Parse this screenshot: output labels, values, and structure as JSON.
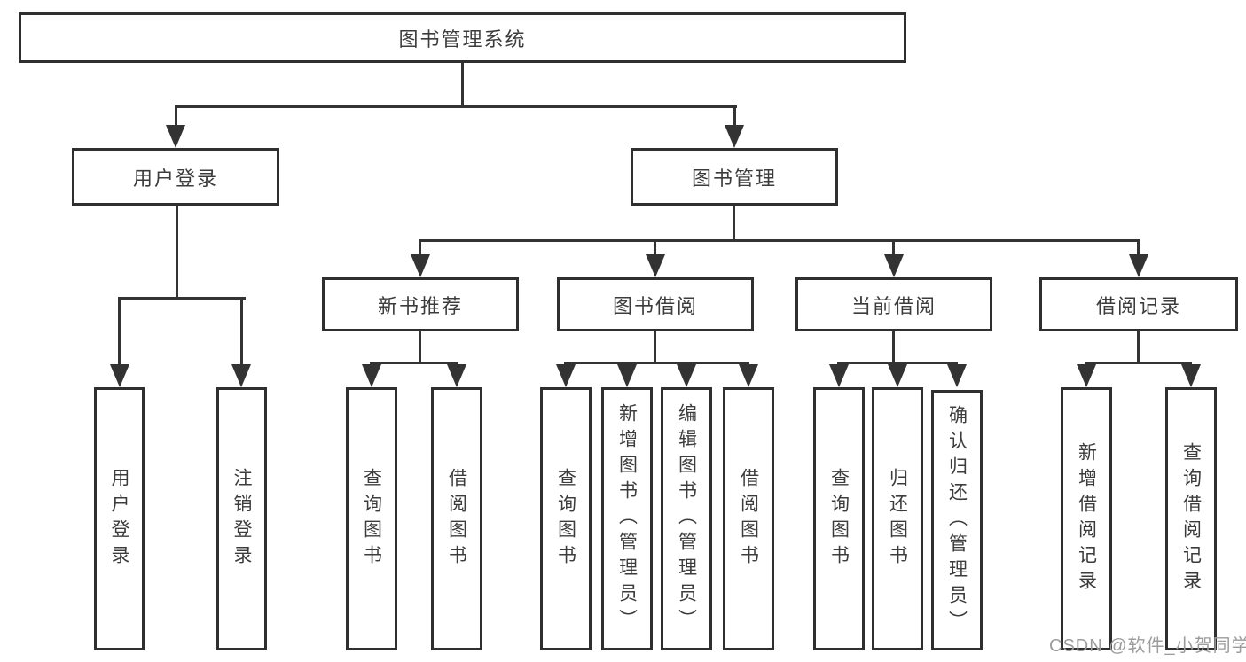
{
  "tree": {
    "root": {
      "label": "图书管理系统"
    },
    "branches": [
      {
        "label": "用户登录",
        "children": [
          {
            "label": "用户登录"
          },
          {
            "label": "注销登录"
          }
        ]
      },
      {
        "label": "图书管理",
        "groups": [
          {
            "label": "新书推荐",
            "children": [
              {
                "label": "查询图书"
              },
              {
                "label": "借阅图书"
              }
            ]
          },
          {
            "label": "图书借阅",
            "children": [
              {
                "label": "查询图书"
              },
              {
                "label": "新增图书（管理员）"
              },
              {
                "label": "编辑图书（管理员）"
              },
              {
                "label": "借阅图书"
              }
            ]
          },
          {
            "label": "当前借阅",
            "children": [
              {
                "label": "查询图书"
              },
              {
                "label": "归还图书"
              },
              {
                "label": "确认归还（管理员）"
              }
            ]
          },
          {
            "label": "借阅记录",
            "children": [
              {
                "label": "新增借阅记录"
              },
              {
                "label": "查询借阅记录"
              }
            ]
          }
        ]
      }
    ]
  },
  "watermark": {
    "text": "CSDN @软件_小贺同学",
    "color": "#9c9c9c"
  },
  "colors": {
    "background": "#ffffff",
    "line": "#333333",
    "box_border": "#2f2f2f",
    "text": "#3c3c3c"
  }
}
